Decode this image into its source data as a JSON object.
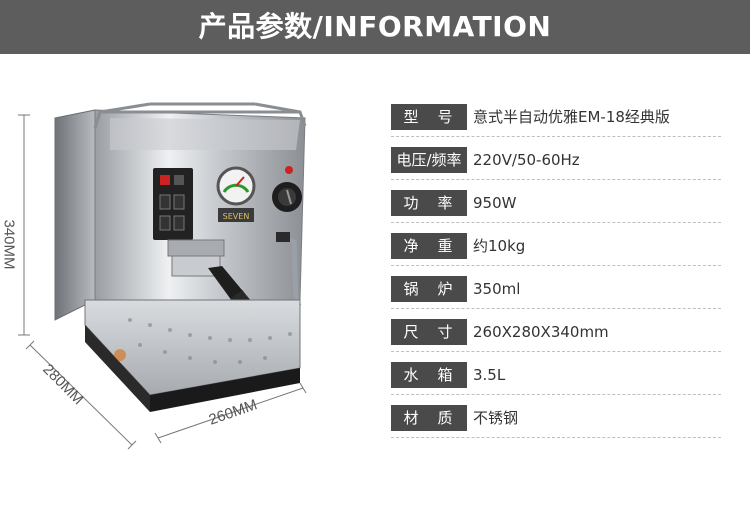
{
  "header": {
    "title": "产品参数/INFORMATION"
  },
  "product": {
    "brand_badge": "SEVEN",
    "dims": {
      "height": "340MM",
      "depth": "280MM",
      "width": "260MM"
    }
  },
  "specs": [
    {
      "label": "型　号",
      "value": "意式半自动优雅EM-18经典版"
    },
    {
      "label": "电压/频率",
      "value": "220V/50-60Hz"
    },
    {
      "label": "功　率",
      "value": "950W"
    },
    {
      "label": "净　重",
      "value": "约10kg"
    },
    {
      "label": "锅　炉",
      "value": "350ml"
    },
    {
      "label": "尺　寸",
      "value": "260X280X340mm"
    },
    {
      "label": "水　箱",
      "value": "3.5L"
    },
    {
      "label": "材　质",
      "value": "不锈钢"
    }
  ],
  "colors": {
    "header_bg": "#5d5d5d",
    "label_bg": "#4a4a4a"
  }
}
